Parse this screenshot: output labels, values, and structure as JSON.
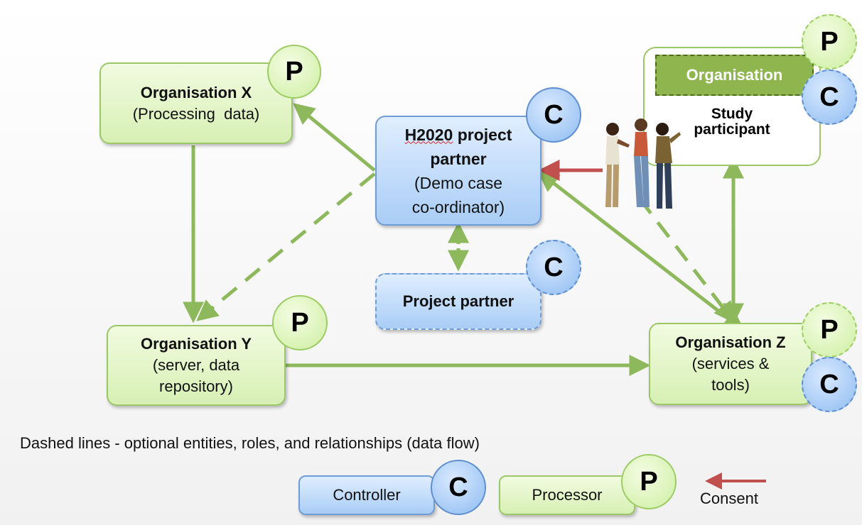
{
  "nodes": {
    "org_x": {
      "title": "Organisation X",
      "sub": "(Processing  data)"
    },
    "h2020": {
      "line1": "H2020",
      "line1b": " project",
      "line2": "partner",
      "line3": "(Demo case",
      "line4": "co-ordinator)"
    },
    "project_partner": {
      "title": "Project partner"
    },
    "org_y": {
      "title": "Organisation Y",
      "line2": "(server, data",
      "line3": "repository)"
    },
    "org_z": {
      "title": "Organisation Z",
      "line2": "(services &",
      "line3": "tools)"
    },
    "study": {
      "banner": "Organisation",
      "line1": "Study",
      "line2": "participant"
    }
  },
  "badges": {
    "processor": "P",
    "controller": "C"
  },
  "note": "Dashed lines - optional entities, roles, and relationships (data flow)",
  "legend": {
    "controller": "Controller",
    "processor": "Processor",
    "consent": "Consent"
  },
  "colors": {
    "flow_green": "#8db85b",
    "consent_red": "#c0504d",
    "processor_fill": "#d7f0b4",
    "controller_fill": "#a9cdf6"
  }
}
